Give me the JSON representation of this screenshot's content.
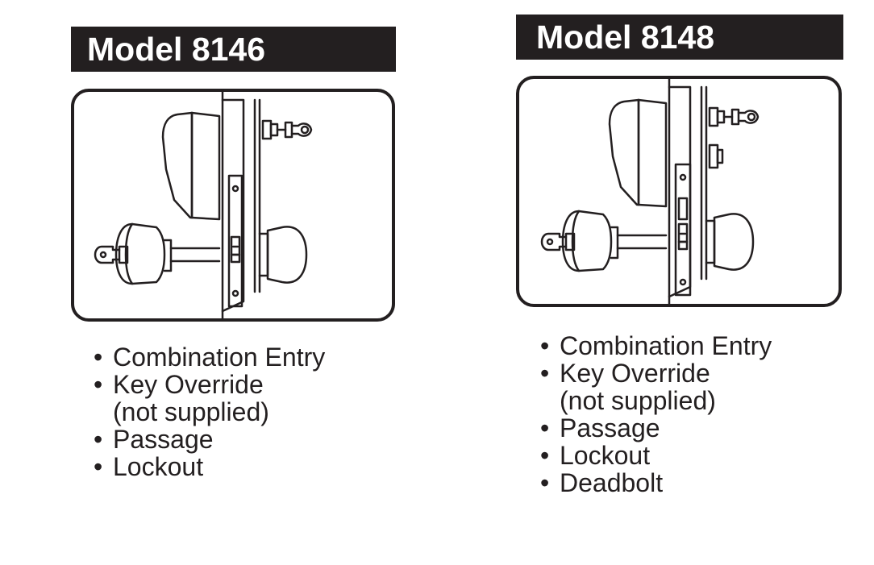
{
  "models": [
    {
      "title": "Model 8146",
      "features": [
        {
          "text": "Combination Entry",
          "continuation": "",
          "has_continuation": false
        },
        {
          "text": "Key Override",
          "continuation": "(not supplied)",
          "has_continuation": true
        },
        {
          "text": "Passage",
          "continuation": "",
          "has_continuation": false
        },
        {
          "text": "Lockout",
          "continuation": "",
          "has_continuation": false
        }
      ]
    },
    {
      "title": "Model 8148",
      "features": [
        {
          "text": "Combination Entry",
          "continuation": "",
          "has_continuation": false
        },
        {
          "text": "Key Override",
          "continuation": "(not supplied)",
          "has_continuation": true
        },
        {
          "text": "Passage",
          "continuation": "",
          "has_continuation": false
        },
        {
          "text": "Lockout",
          "continuation": "",
          "has_continuation": false
        },
        {
          "text": "Deadbolt",
          "continuation": "",
          "has_continuation": false
        }
      ]
    }
  ],
  "colors": {
    "ink": "#231f20",
    "paper": "#ffffff"
  }
}
